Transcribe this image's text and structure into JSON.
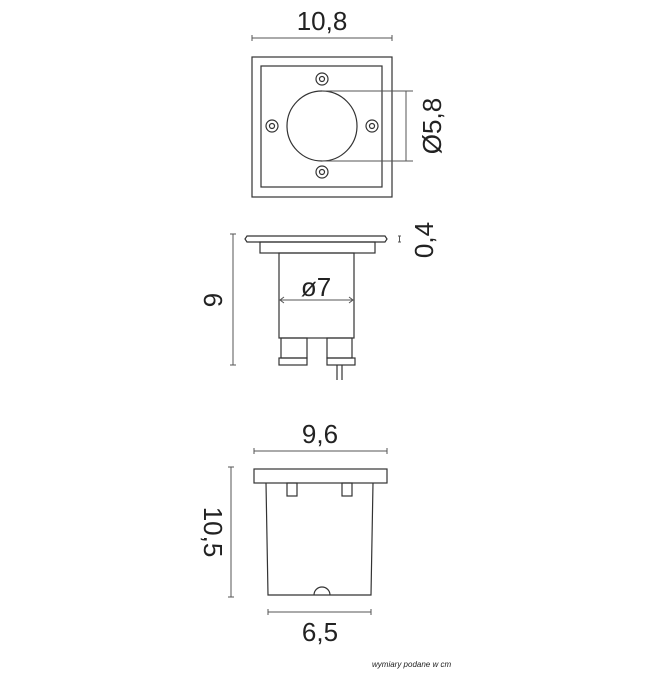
{
  "top_view": {
    "width_label": "10,8",
    "hole_diameter_label": "Ø5,8"
  },
  "side_view": {
    "height_label": "6",
    "flange_thickness_label": "0,4",
    "body_diameter_label": "ø7"
  },
  "bottom_view": {
    "top_width_label": "9,6",
    "height_label": "10,5",
    "bottom_width_label": "6,5"
  },
  "footnote": "wymiary podane w cm"
}
